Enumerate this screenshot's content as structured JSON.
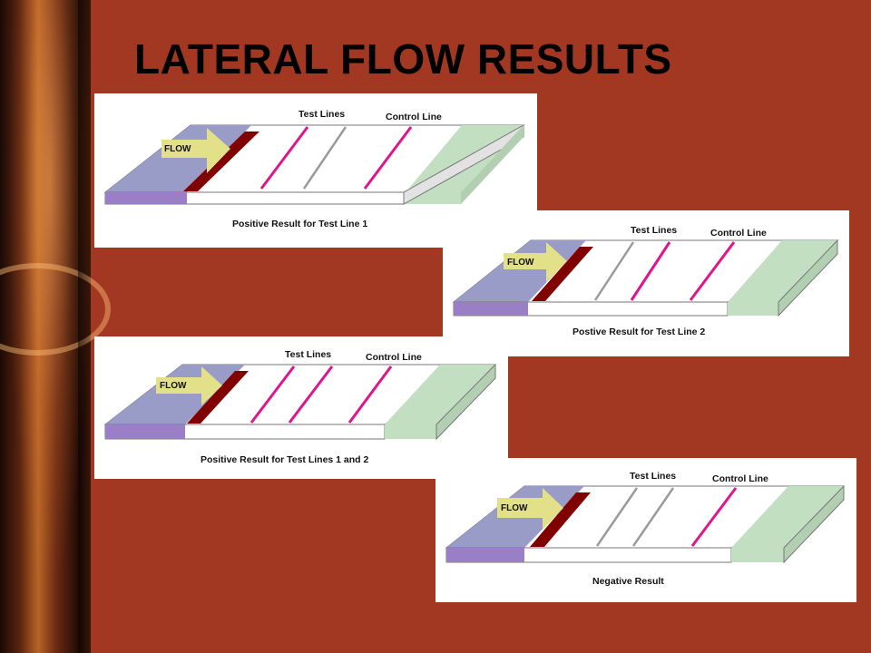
{
  "title": "LATERAL FLOW RESULTS",
  "labels": {
    "test_lines": "Test Lines",
    "control_line": "Control Line",
    "flow": "FLOW"
  },
  "colors": {
    "background": "#a33822",
    "sample_pad": "#9a9cc8",
    "sample_pad_edge": "#9a7fc6",
    "conjugate_pad": "#800000",
    "flow_arrow": "#e3e08a",
    "absorbent_pad": "#c3dfc2",
    "positive_line": "#e0148c",
    "negative_line": "#9a9a9a"
  },
  "panels": [
    {
      "caption": "Positive Result for Test Line 1",
      "lines": [
        "positive",
        "negative",
        "positive"
      ]
    },
    {
      "caption": "Postive Result for Test Line 2",
      "lines": [
        "negative",
        "positive",
        "positive"
      ]
    },
    {
      "caption": "Positive Result for Test Lines 1 and 2",
      "lines": [
        "positive",
        "positive",
        "positive"
      ]
    },
    {
      "caption": "Negative Result",
      "lines": [
        "negative",
        "negative",
        "positive"
      ]
    }
  ]
}
